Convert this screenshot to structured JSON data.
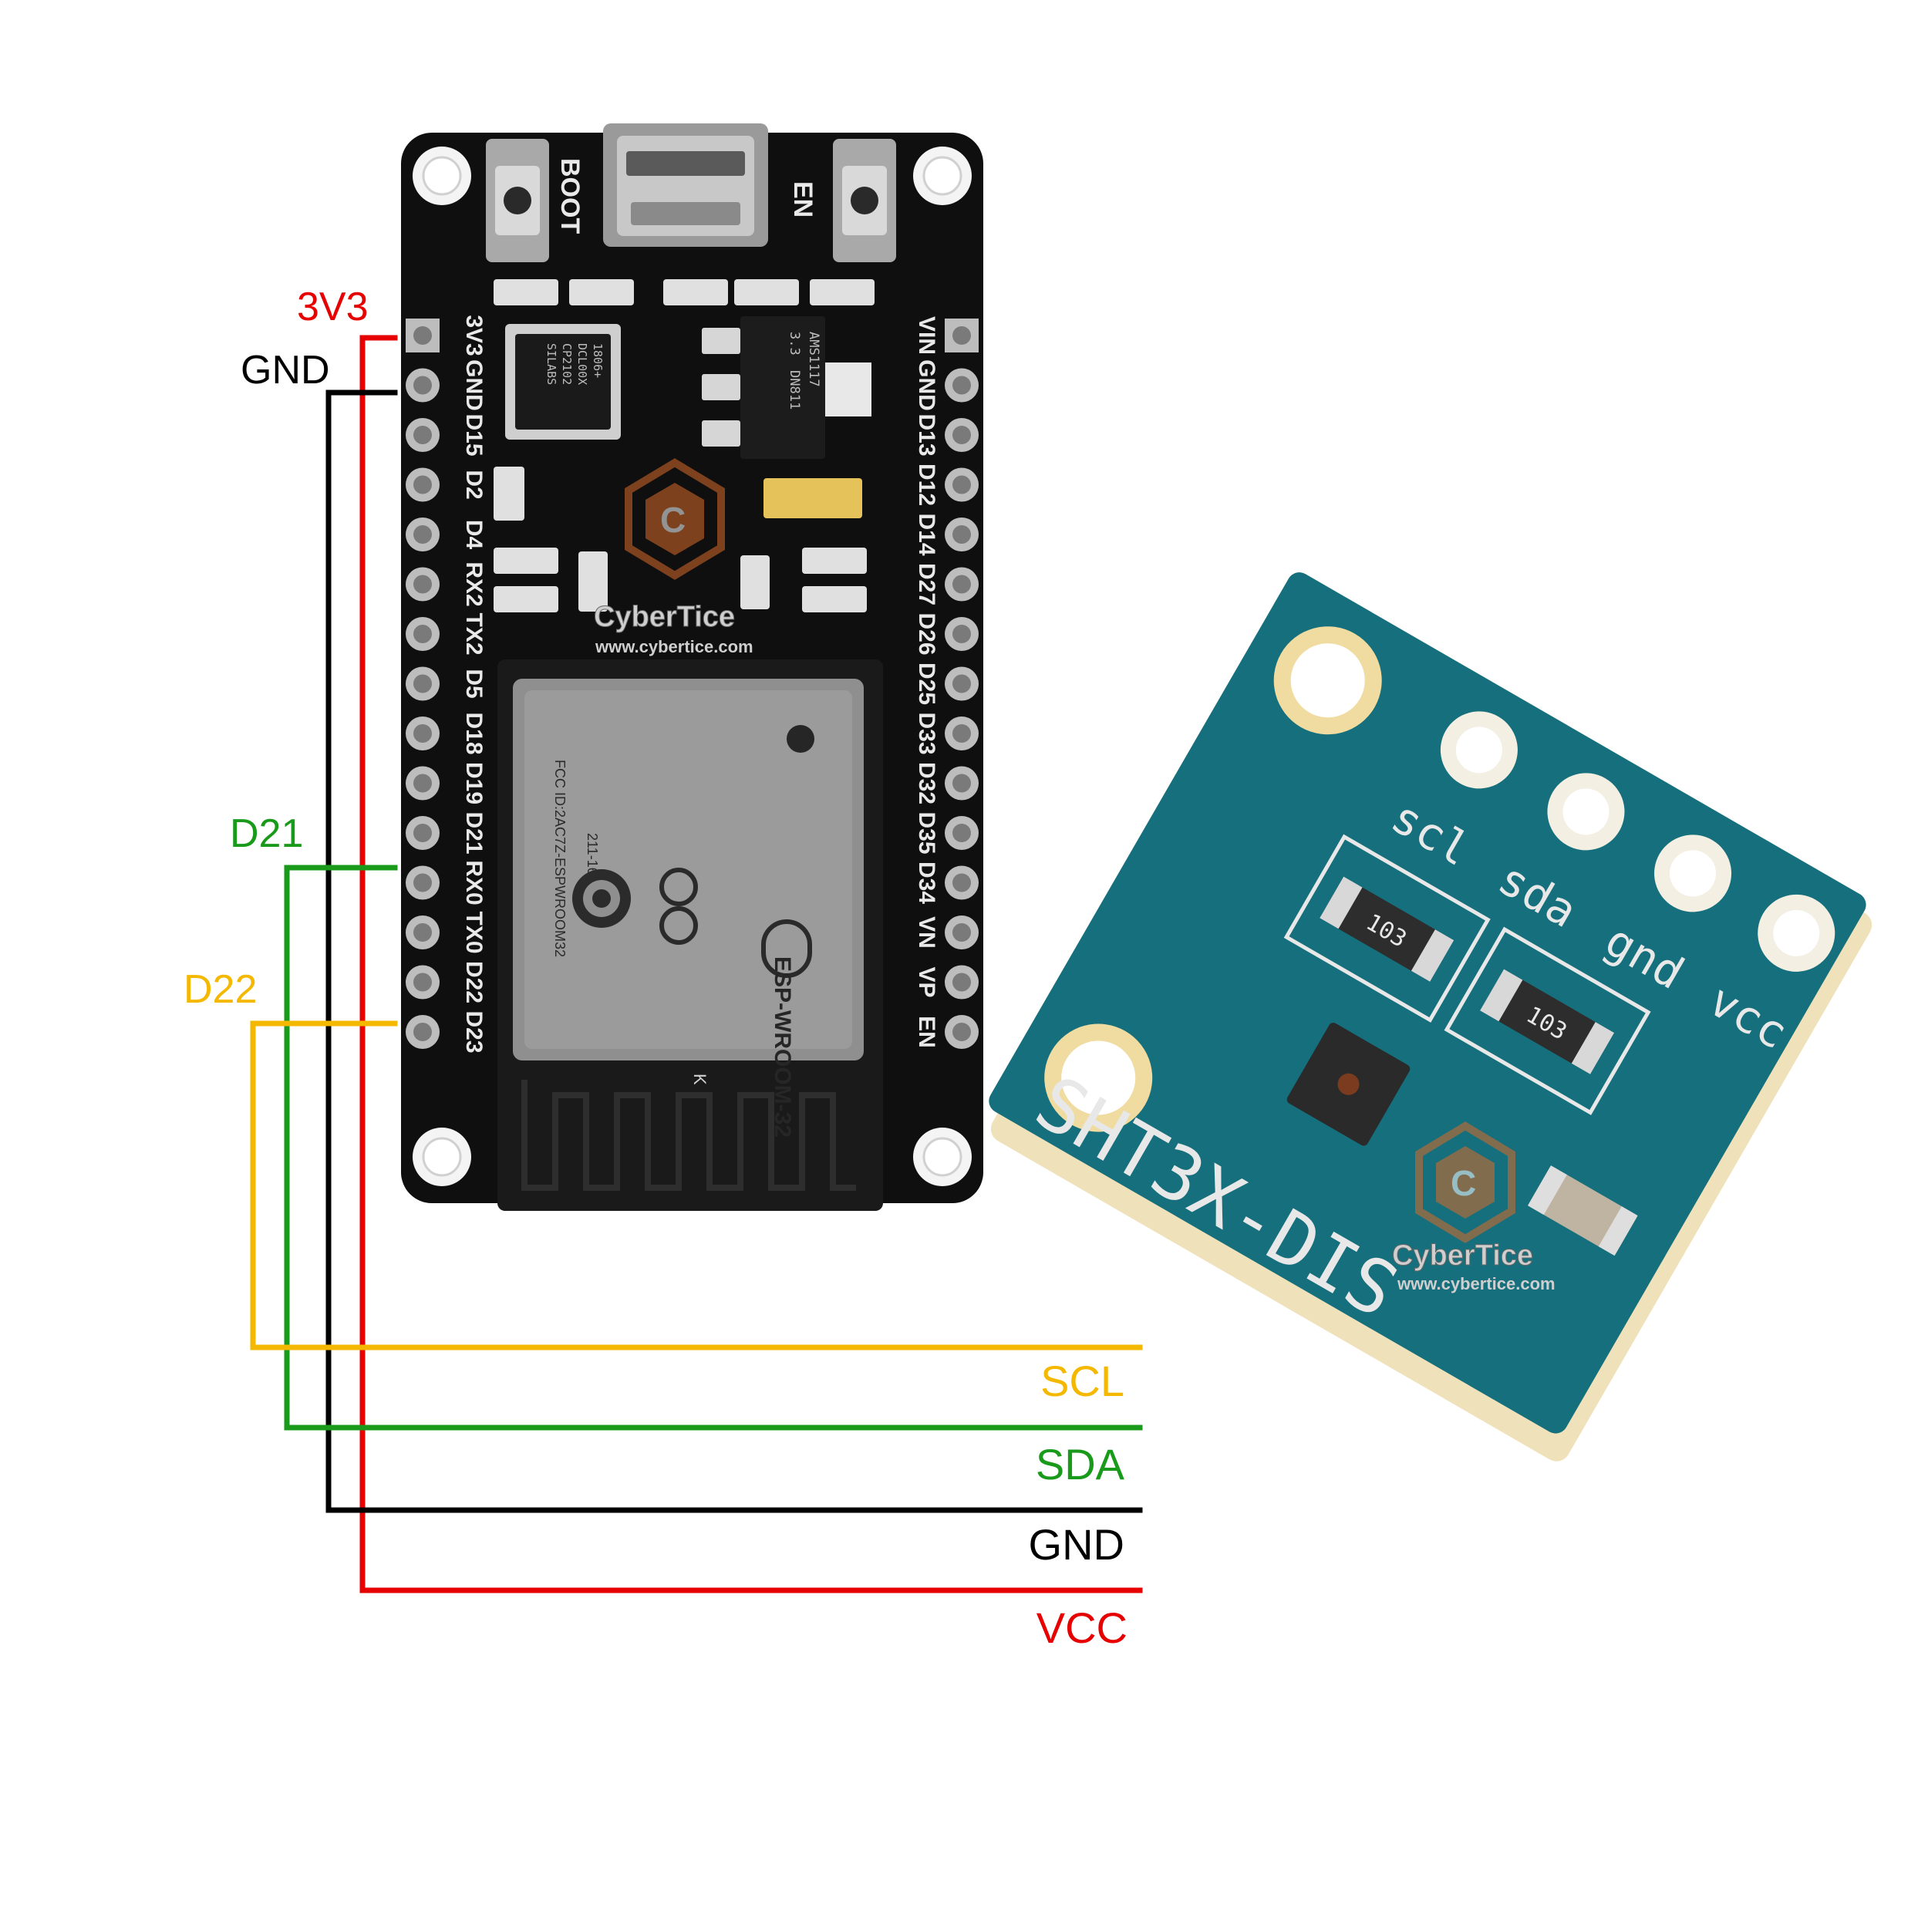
{
  "colors": {
    "vcc": "#e60000",
    "gnd": "#000000",
    "sda": "#1a9a1a",
    "scl": "#f5b800",
    "esp_board": "#0f0f0f",
    "sensor_board": "#166f7c",
    "module_shield": "#8f8f8f",
    "watermark": "#d96a2a"
  },
  "wire_labels": {
    "v3v3": "3V3",
    "gnd_top": "GND",
    "d21": "D21",
    "d22": "D22",
    "scl": "SCL",
    "sda": "SDA",
    "gnd_bottom": "GND",
    "vcc": "VCC"
  },
  "esp32": {
    "boot_label": "BOOT",
    "en_label": "EN",
    "left_pins": [
      "3V3",
      "GND",
      "D15",
      "D2",
      "D4",
      "RX2",
      "TX2",
      "D5",
      "D18",
      "D19",
      "D21",
      "RX0",
      "TX0",
      "D22",
      "D23"
    ],
    "right_pins": [
      "VIN",
      "GND",
      "D13",
      "D12",
      "D14",
      "D27",
      "D26",
      "D25",
      "D33",
      "D32",
      "D35",
      "D34",
      "VN",
      "VP",
      "EN"
    ],
    "usb_chip": [
      "SILABS",
      "CP2102",
      "DCL00X",
      "1806+"
    ],
    "regulator": [
      "AMS1117",
      "3.3",
      "DN811"
    ],
    "module_name": "ESP-WROOM-32",
    "module_fcc": "FCC ID:2AC7Z-ESPWROOM32",
    "module_cert": "211-161007",
    "module_mark": "K"
  },
  "sensor": {
    "title": "SHT3X-DIS",
    "pins": [
      "scl",
      "sda",
      "gnd",
      "vcc"
    ],
    "resistor_code": "103"
  },
  "watermark": {
    "name": "CyberTice",
    "url": "www.cybertice.com"
  },
  "icons": {
    "usb": "micro-usb-connector-icon",
    "wifi": "wifi-logo-icon",
    "ce": "ce-mark-icon",
    "logo": "cybertice-logo-icon"
  }
}
